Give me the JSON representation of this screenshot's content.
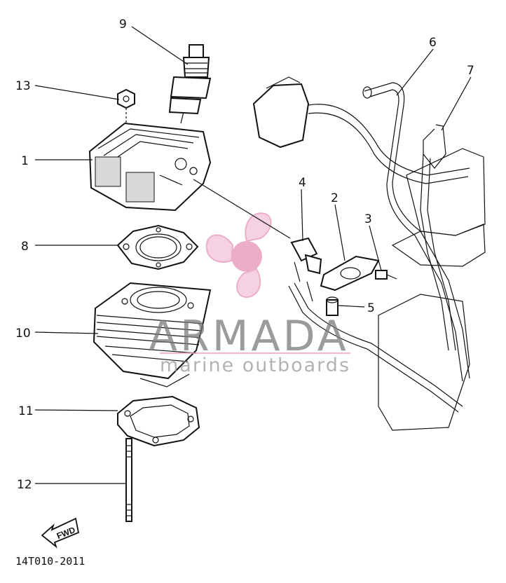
{
  "diagram": {
    "drawing_code": "14T010-2011",
    "fwd_label": "FWD",
    "callouts": {
      "c1": "1",
      "c2": "2",
      "c3": "3",
      "c4": "4",
      "c5": "5",
      "c6": "6",
      "c7": "7",
      "c8": "8",
      "c9": "9",
      "c10": "10",
      "c11": "11",
      "c12": "12",
      "c13": "13"
    }
  },
  "watermark": {
    "brand": "ARMADA",
    "tagline": "marine outboards",
    "logo_color": "#e8a0c0"
  }
}
